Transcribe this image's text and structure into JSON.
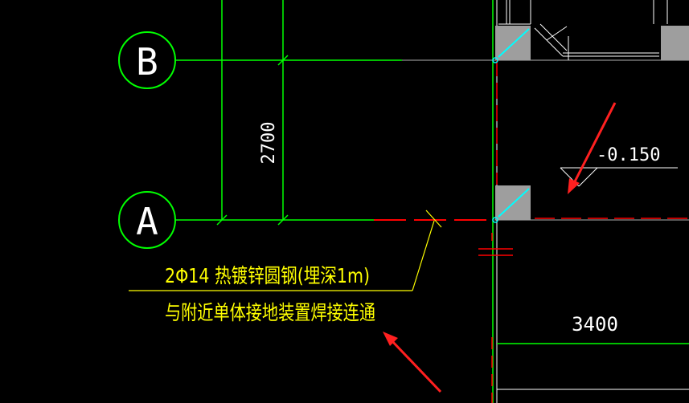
{
  "drawing": {
    "background": "#000000",
    "colors": {
      "grid_line": "#00ff00",
      "wall_line": "#ffffff",
      "dimension_text": "#ffffff",
      "annotation": "#ffff00",
      "red_dash": "#ff0000",
      "column_fill": "#9e9e9e",
      "column_symbol": "#00ffff",
      "arrow": "#ff2020"
    },
    "axis_labels": {
      "b": "B",
      "a": "A"
    },
    "dimension_2700": "2700",
    "dimension_3400": "3400",
    "elevation": "-0.150",
    "note_line1": "2Φ14 热镀锌圆钢(埋深1m)",
    "note_line2": "与附近单体接地装置焊接连通"
  }
}
